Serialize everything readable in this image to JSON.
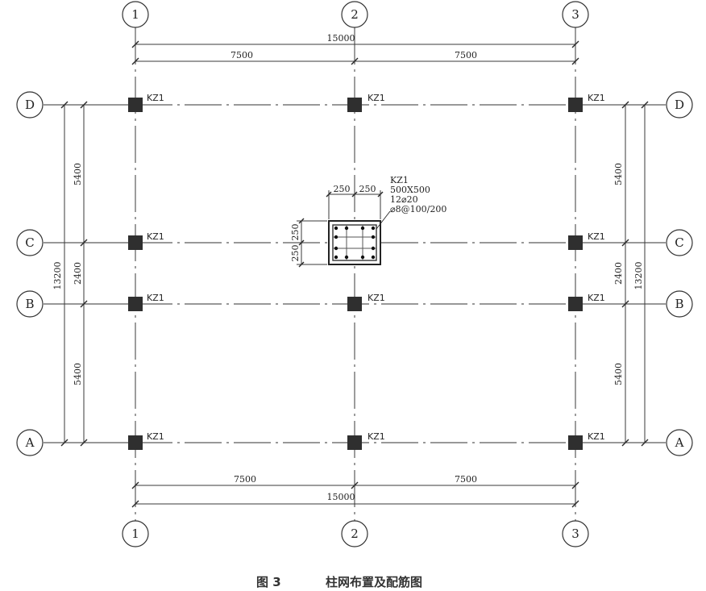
{
  "axes": {
    "numbers": [
      "1",
      "2",
      "3"
    ],
    "letters": [
      "D",
      "C",
      "B",
      "A"
    ]
  },
  "dimensions": {
    "top_total": "15000",
    "top_left": "7500",
    "top_right": "7500",
    "bottom_left": "7500",
    "bottom_right": "7500",
    "bottom_total": "15000",
    "left_dc": "5400",
    "left_cb": "2400",
    "left_ba": "5400",
    "left_total": "13200",
    "right_dc": "5400",
    "right_cb": "2400",
    "right_ba": "5400",
    "right_total": "13200"
  },
  "column_label": "KZ1",
  "detail": {
    "name": "KZ1",
    "size": "500X500",
    "main_bars": "12⌀20",
    "stirrups": "⌀8@100/200",
    "dim_h1": "250",
    "dim_h2": "250",
    "dim_v1": "250",
    "dim_v2": "250"
  },
  "caption": {
    "figure": "图 3",
    "title": "柱网布置及配筋图"
  },
  "colors": {
    "line": "#5a5a5a",
    "column": "#2f2f2f",
    "text": "#222222"
  }
}
